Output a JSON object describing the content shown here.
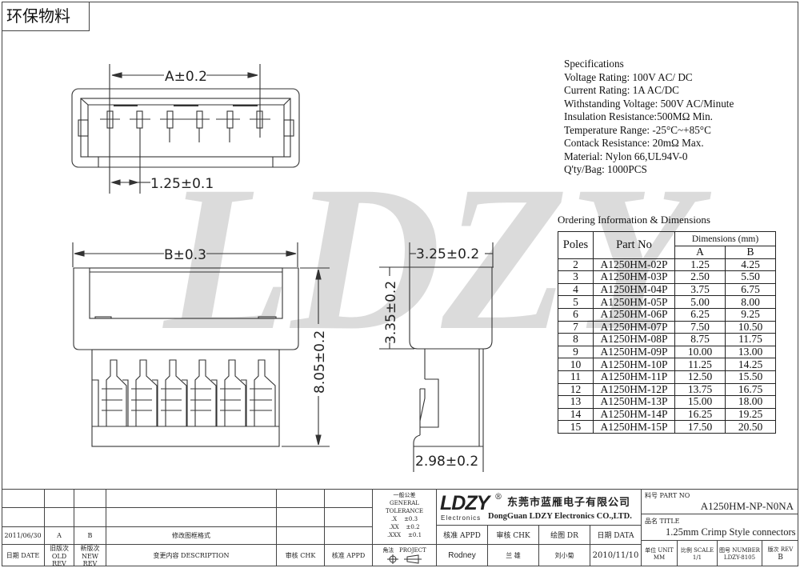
{
  "eco_tag": "环保物料",
  "watermark": "LDZY",
  "drawing": {
    "top_view": {
      "dim_a": "A±0.2",
      "dim_pitch": "1.25±0.1",
      "pins": 6
    },
    "front_view": {
      "dim_b": "B±0.3",
      "dim_height": "8.05±0.2"
    },
    "side_view": {
      "dim_width": "3.25±0.2",
      "dim_upper": "3.35±0.2",
      "dim_bottom": "2.98±0.2"
    }
  },
  "specifications": {
    "title": "Specifications",
    "lines": [
      "Voltage Rating: 100V AC/ DC",
      "Current Rating: 1A  AC/DC",
      "Withstanding Voltage: 500V AC/Minute",
      "Insulation Resistance:500MΩ  Min.",
      "Temperature Range: -25°C~+85°C",
      "Contack Resistance: 20mΩ  Max.",
      "Material: Nylon 66,UL94V-0",
      "Q'ty/Bag: 1000PCS"
    ]
  },
  "ordering": {
    "title": "Ordering Information & Dimensions",
    "headers": {
      "poles": "Poles",
      "part_no": "Part No",
      "dimensions": "Dimensions (mm)",
      "a": "A",
      "b": "B"
    },
    "rows": [
      {
        "poles": "2",
        "part_no": "A1250HM-02P",
        "a": "1.25",
        "b": "4.25"
      },
      {
        "poles": "3",
        "part_no": "A1250HM-03P",
        "a": "2.50",
        "b": "5.50"
      },
      {
        "poles": "4",
        "part_no": "A1250HM-04P",
        "a": "3.75",
        "b": "6.75"
      },
      {
        "poles": "5",
        "part_no": "A1250HM-05P",
        "a": "5.00",
        "b": "8.00"
      },
      {
        "poles": "6",
        "part_no": "A1250HM-06P",
        "a": "6.25",
        "b": "9.25"
      },
      {
        "poles": "7",
        "part_no": "A1250HM-07P",
        "a": "7.50",
        "b": "10.50"
      },
      {
        "poles": "8",
        "part_no": "A1250HM-08P",
        "a": "8.75",
        "b": "11.75"
      },
      {
        "poles": "9",
        "part_no": "A1250HM-09P",
        "a": "10.00",
        "b": "13.00"
      },
      {
        "poles": "10",
        "part_no": "A1250HM-10P",
        "a": "11.25",
        "b": "14.25"
      },
      {
        "poles": "11",
        "part_no": "A1250HM-11P",
        "a": "12.50",
        "b": "15.50"
      },
      {
        "poles": "12",
        "part_no": "A1250HM-12P",
        "a": "13.75",
        "b": "16.75"
      },
      {
        "poles": "13",
        "part_no": "A1250HM-13P",
        "a": "15.00",
        "b": "18.00"
      },
      {
        "poles": "14",
        "part_no": "A1250HM-14P",
        "a": "16.25",
        "b": "19.25"
      },
      {
        "poles": "15",
        "part_no": "A1250HM-15P",
        "a": "17.50",
        "b": "20.50"
      }
    ]
  },
  "title_block": {
    "revision": {
      "date": "2011/06/30",
      "old_rev": "A",
      "new_rev": "B",
      "description": "修改图框格式",
      "hdr_date": "日期 DATE",
      "hdr_old_rev_cn": "旧版次",
      "hdr_old_rev_en": "OLD REV",
      "hdr_new_rev_cn": "新版次",
      "hdr_new_rev_en": "NEW REV",
      "hdr_description": "变更内容 DESCRIPTION",
      "hdr_chk": "审核 CHK",
      "hdr_appd": "核准 APPD"
    },
    "tolerance": {
      "title_cn": "一般公差",
      "title_en": "GENERAL  TOLERANCE",
      "rows": [
        {
          "k": ".X",
          "v": "±0.3"
        },
        {
          "k": ".XX",
          "v": "±0.2"
        },
        {
          "k": ".XXX",
          "v": "±0.1"
        }
      ],
      "angle_label": "角法",
      "project_label": "PROJECT"
    },
    "company": {
      "logo": "LDZY",
      "logo_sub": "Electronics",
      "registered": "®",
      "name_cn": "东莞市蓝雁电子有限公司",
      "name_en": "DongGuan LDZY Electronics CO.,LTD."
    },
    "approvals": {
      "appd_label": "核准 APPD",
      "chk_label": "审核 CHK",
      "dr_label": "绘图 DR",
      "date_label": "日期 DATA",
      "appd": "Rodney",
      "chk": "兰 雄",
      "dr": "刘小菊",
      "date": "2010/11/10"
    },
    "part": {
      "part_no_label": "料号 PART NO",
      "part_no": "A1250HM-NP-N0NA",
      "title_label": "品名 TITLE",
      "title": "1.25mm Crimp Style connectors",
      "unit_label": "单位 UNIT",
      "unit": "MM",
      "scale_label": "比例 SCALE",
      "scale": "1/1",
      "number_label": "图号 NUMBER",
      "number": "LDZY-8105",
      "rev_label": "版次 REV",
      "rev": "B"
    }
  }
}
